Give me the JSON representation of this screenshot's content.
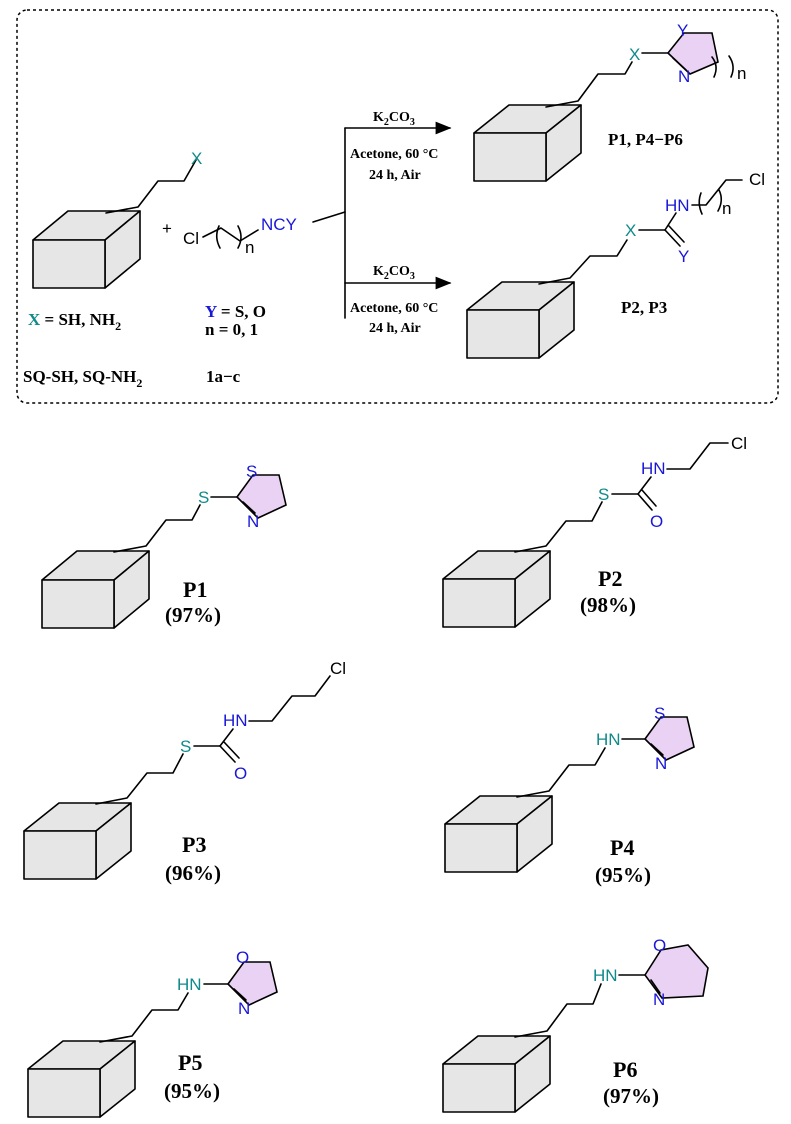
{
  "colors": {
    "teal": "#108a8a",
    "blue": "#1a18d8",
    "ring_fill": "#e9d2f3",
    "cage_fill": "#e6e6e6",
    "black": "#000000"
  },
  "scheme": {
    "sm_x": "X",
    "reagent_atoms": {
      "cl": "Cl",
      "n": "n",
      "ncy": "NCY"
    },
    "plus": "+",
    "x_def_var": "X",
    "x_def_rest": " = SH, NH",
    "x_def_sub": "2",
    "y_def_var": "Y",
    "y_def_rest": " = S, O",
    "n_def": "n = 0, 1",
    "sm_label_a": "SQ-SH, SQ-NH",
    "sm_label_sub": "2",
    "reagent_label": "1a−c",
    "top_conditions": {
      "base_main": "K",
      "base_sub1": "2",
      "base_mid": "CO",
      "base_sub2": "3",
      "solvent": "Acetone, 60 °C",
      "time": "24 h, Air"
    },
    "bottom_conditions": {
      "base_main": "K",
      "base_sub1": "2",
      "base_mid": "CO",
      "base_sub2": "3",
      "solvent": "Acetone, 60 °C",
      "time": "24 h, Air"
    },
    "top_product": {
      "x": "X",
      "y": "Y",
      "n_atom": "N",
      "n_sub": "n"
    },
    "bottom_product": {
      "x": "X",
      "hn": "HN",
      "cl": "Cl",
      "n_sub": "n",
      "y": "Y"
    },
    "top_label": "P1, P4−P6",
    "bottom_label": "P2, P3"
  },
  "products": [
    {
      "name": "P1",
      "yield": "(97%)",
      "link": "S",
      "ring_het": "S",
      "ring_n": "N"
    },
    {
      "name": "P2",
      "yield": "(98%)",
      "link": "S",
      "hn": "HN",
      "cl": "Cl",
      "o": "O"
    },
    {
      "name": "P3",
      "yield": "(96%)",
      "link": "S",
      "hn": "HN",
      "cl": "Cl",
      "o": "O"
    },
    {
      "name": "P4",
      "yield": "(95%)",
      "link": "HN",
      "ring_het": "S",
      "ring_n": "N"
    },
    {
      "name": "P5",
      "yield": "(95%)",
      "link": "HN",
      "ring_het": "O",
      "ring_n": "N"
    },
    {
      "name": "P6",
      "yield": "(97%)",
      "link": "HN",
      "ring_het": "O",
      "ring_n": "N"
    }
  ]
}
